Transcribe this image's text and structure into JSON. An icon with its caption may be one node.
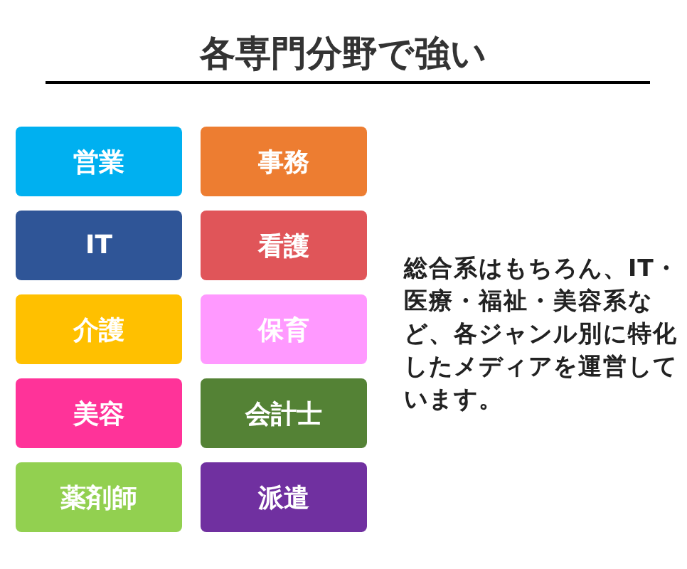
{
  "diagram": {
    "title": "各専門分野で強い",
    "nodes": [
      {
        "text": [
          "営業"
        ]
      },
      {
        "text": [
          "事務"
        ]
      },
      {
        "text": [
          "IT"
        ]
      },
      {
        "text": [
          "看護"
        ]
      },
      {
        "text": [
          "介護"
        ]
      },
      {
        "text": [
          "保育"
        ]
      },
      {
        "text": [
          "美容"
        ]
      },
      {
        "text": [
          "会計士"
        ]
      },
      {
        "text": [
          "薬剤師"
        ]
      },
      {
        "text": [
          "派遣"
        ]
      }
    ],
    "labels": [
      "総合系はもちろん、IT・医療・福祉・美容系など、各ジャンル別に特化したメディアを運営しています。"
    ]
  }
}
